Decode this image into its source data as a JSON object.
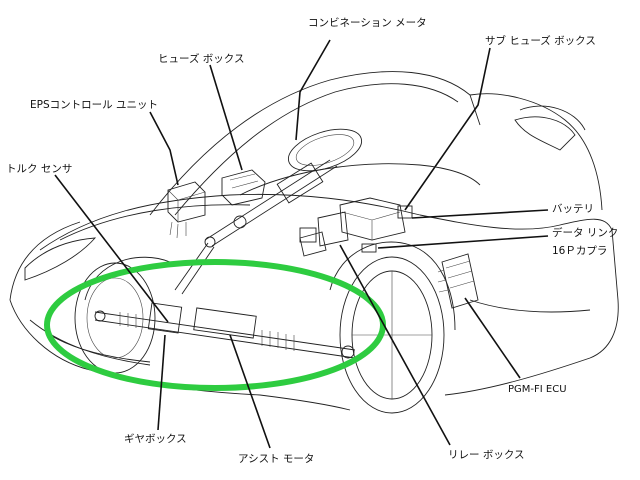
{
  "labels": {
    "combination_meter": "コンビネーション メータ",
    "fuse_box": "ヒューズ ボックス",
    "sub_fuse_box": "サブ ヒューズ ボックス",
    "eps_control_unit": "EPSコントロール ユニット",
    "torque_sensor": "トルク センサ",
    "battery": "バッテリ",
    "data_link_connector_line1": "データ リンク",
    "data_link_connector_line2": "16Ｐカプラ",
    "pgm_fi_ecu": "PGM-FI ECU",
    "gear_box": "ギヤボックス",
    "assist_motor": "アシスト モータ",
    "relay_box": "リレー ボックス"
  },
  "colors": {
    "highlight_ellipse": "#2ecc40",
    "line_art": "#111111"
  }
}
